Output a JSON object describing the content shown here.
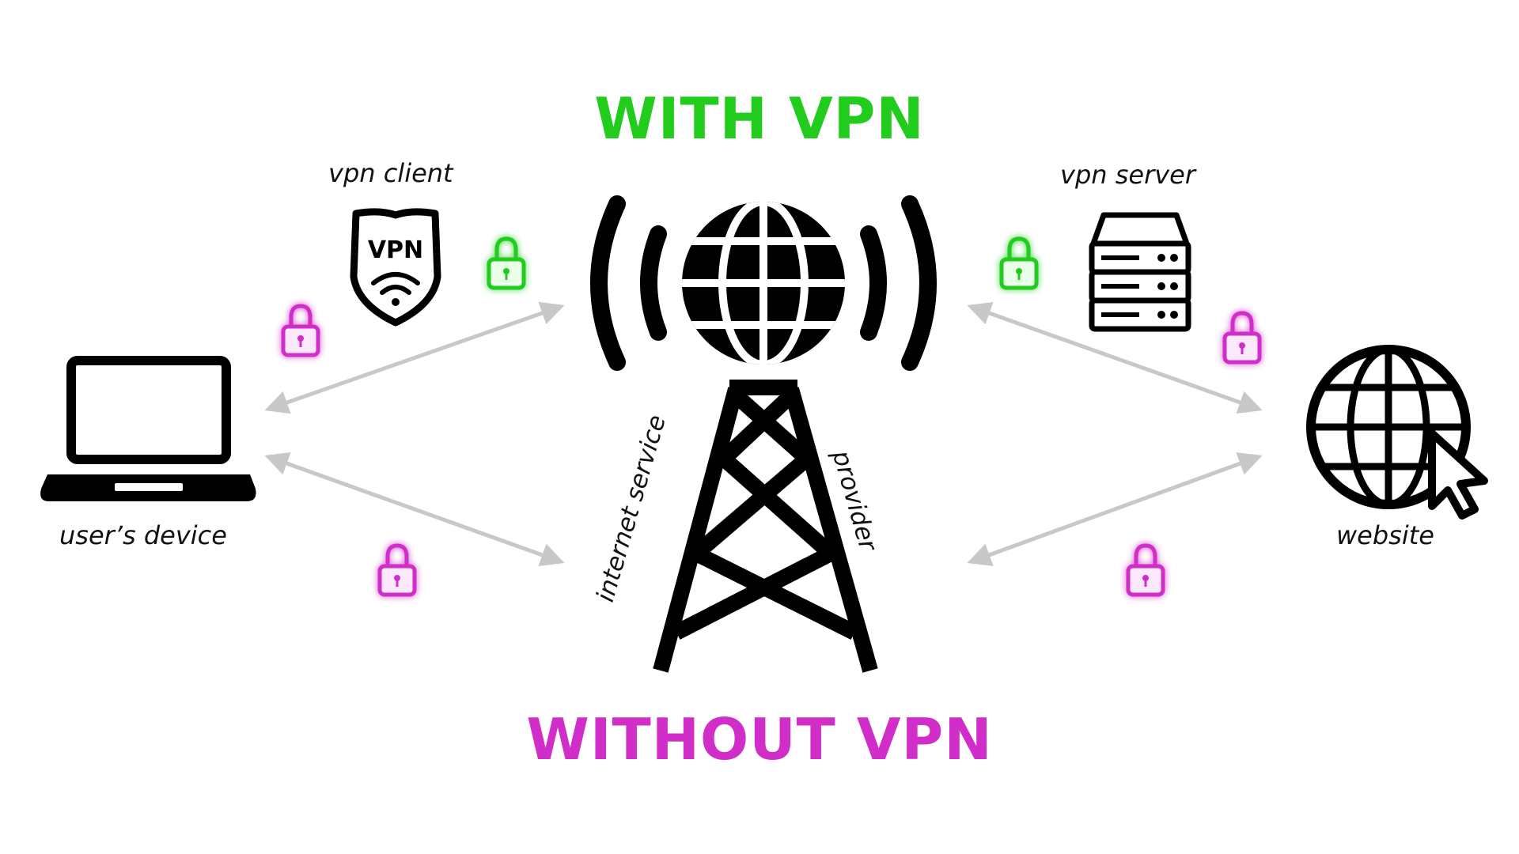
{
  "title_with": "WITH VPN",
  "title_without": "WITHOUT VPN",
  "labels": {
    "vpn_client": "vpn client",
    "vpn_server": "vpn server",
    "user_device": "user’s device",
    "website": "website",
    "isp_line1": "internet service",
    "isp_line2": "provider"
  },
  "vpn_badge_text": "VPN",
  "colors": {
    "with_vpn": "#22cc1d",
    "without_vpn": "#d12ec9",
    "arrow": "#c8c8c8",
    "icon": "#000000"
  },
  "icons": [
    "laptop-icon",
    "vpn-shield-icon",
    "globe-signal-icon",
    "radio-tower-icon",
    "server-icon",
    "website-globe-cursor-icon",
    "padlock-icon"
  ]
}
